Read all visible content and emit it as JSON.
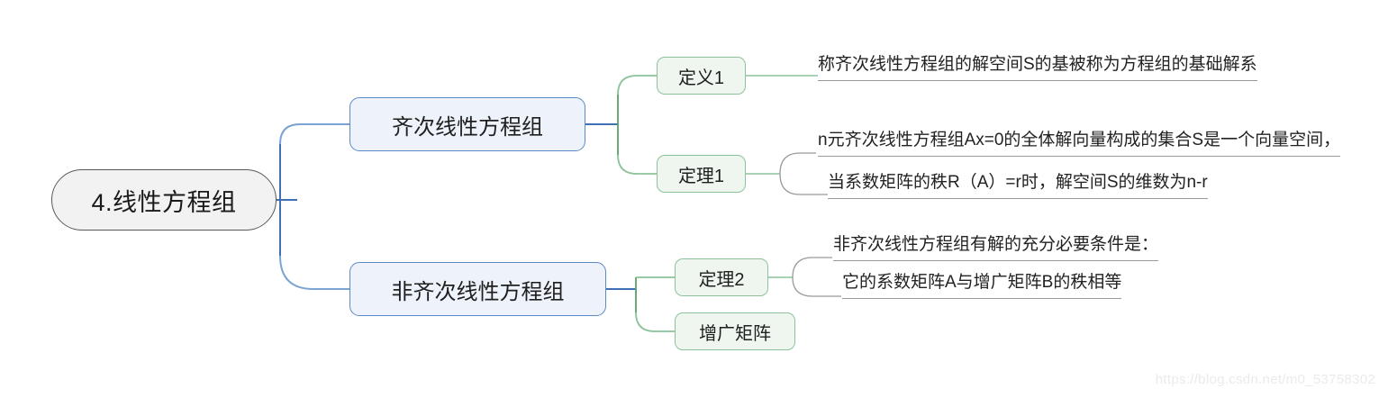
{
  "diagram": {
    "type": "mind-map",
    "colors": {
      "root_fill": "#f2f2f2",
      "root_border": "#595959",
      "branch_fill": "#eef2fa",
      "branch_border": "#5b8ac6",
      "leaf_fill": "#eef6ef",
      "leaf_border": "#8cc39a",
      "note_underline": "#9a9a9a",
      "background": "#ffffff"
    },
    "root": {
      "label": "4.线性方程组"
    },
    "branches": [
      {
        "label": "齐次线性方程组",
        "children": [
          {
            "label": "定义1",
            "notes": [
              "称齐次线性方程组的解空间S的基被称为方程组的基础解系"
            ]
          },
          {
            "label": "定理1",
            "notes": [
              "n元齐次线性方程组Ax=0的全体解向量构成的集合S是一个向量空间，",
              "当系数矩阵的秩R（A）=r时，解空间S的维数为n-r"
            ]
          }
        ]
      },
      {
        "label": "非齐次线性方程组",
        "children": [
          {
            "label": "定理2",
            "notes": [
              "非齐次线性方程组有解的充分必要条件是：",
              "它的系数矩阵A与增广矩阵B的秩相等"
            ]
          },
          {
            "label": "增广矩阵",
            "notes": []
          }
        ]
      }
    ]
  },
  "watermark": {
    "text": "https://blog.csdn.net/m0_53758302"
  }
}
